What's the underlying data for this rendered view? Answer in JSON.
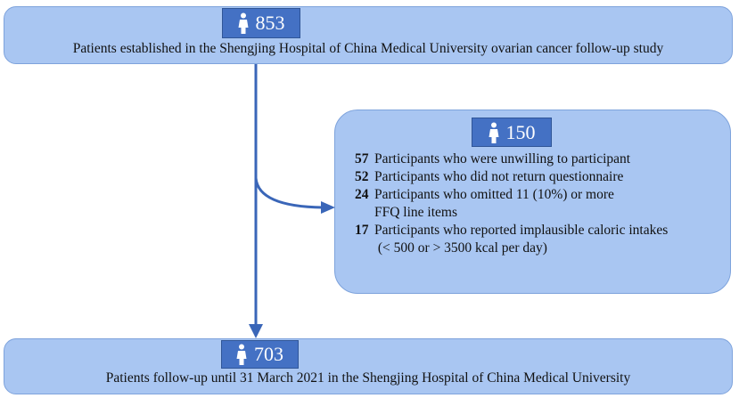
{
  "top": {
    "count": "853",
    "icon": "person-icon",
    "caption": "Patients established in the Shengjing Hospital of  China Medical University ovarian cancer follow-up study"
  },
  "excluded": {
    "count": "150",
    "icon": "person-icon",
    "items": [
      {
        "count": "57",
        "lines": [
          "Participants who were unwilling to participant"
        ]
      },
      {
        "count": "52",
        "lines": [
          "Participants who did not return questionnaire"
        ]
      },
      {
        "count": "24",
        "lines": [
          "Participants who omitted 11 (10%) or more",
          "FFQ line items"
        ]
      },
      {
        "count": "17",
        "lines": [
          "Participants who reported implausible caloric intakes",
          " (< 500 or > 3500 kcal per day)"
        ]
      }
    ]
  },
  "bottom": {
    "count": "703",
    "icon": "person-icon",
    "caption": "Patients follow-up until 31 March 2021 in the Shengjing Hospital of  China Medical University"
  },
  "colors": {
    "box_fill": "#a9c6f2",
    "pill_fill": "#4471c4",
    "arrow": "#3a66b8"
  }
}
